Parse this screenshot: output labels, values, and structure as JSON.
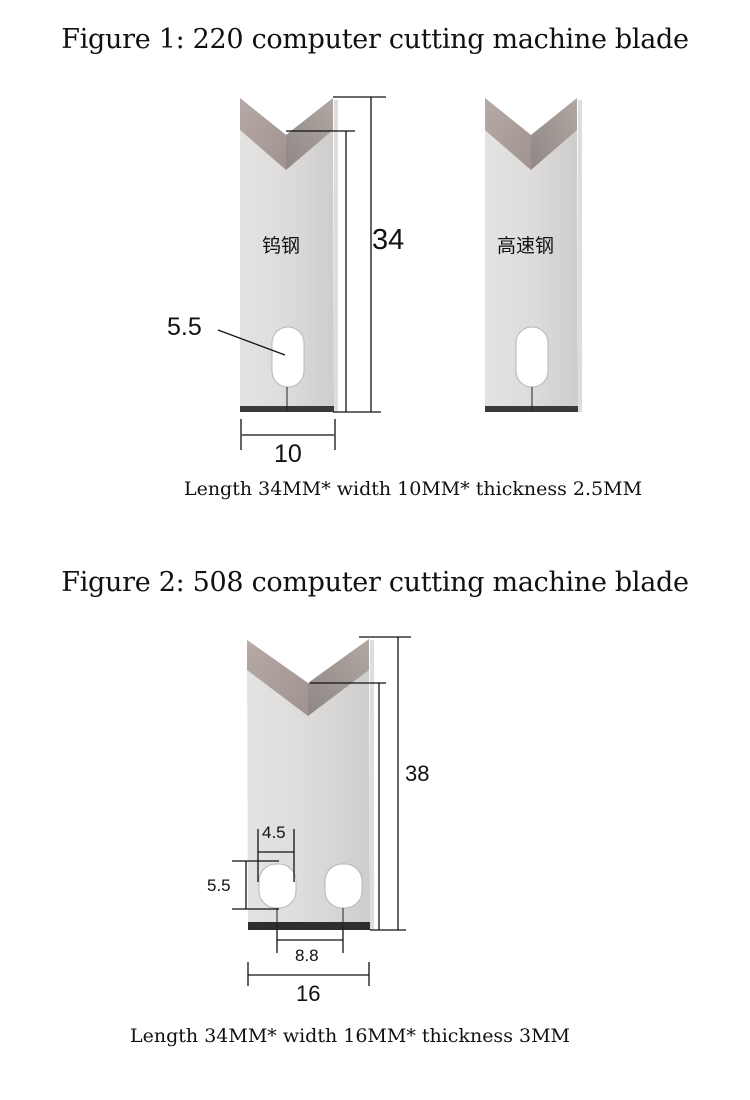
{
  "figure1": {
    "title": "Figure 1: 220 computer cutting machine blade",
    "blade_left_label": "钨钢",
    "blade_right_label": "高速钢",
    "dim_length": "34",
    "dim_width": "10",
    "dim_hole": "5.5",
    "spec": "Length 34MM* width 10MM* thickness 2.5MM"
  },
  "figure2": {
    "title": "Figure 2: 508 computer cutting machine blade",
    "dim_length": "38",
    "dim_hole_width": "4.5",
    "dim_hole_height": "5.5",
    "dim_hole_spacing": "8.8",
    "dim_width": "16",
    "spec": "Length 34MM* width 16MM* thickness 3MM"
  },
  "colors": {
    "blade_body": "#d9d7d5",
    "blade_bevel": "#a89c98",
    "blade_edge": "#3a3a3a",
    "line": "#111111"
  }
}
